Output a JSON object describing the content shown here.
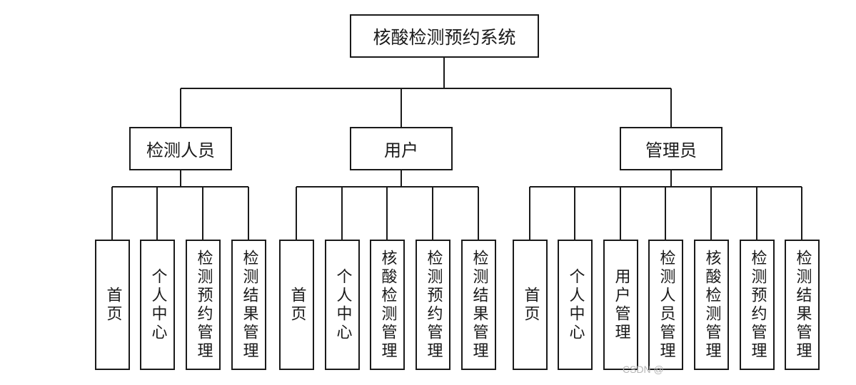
{
  "root": {
    "label": "核酸检测预约系统"
  },
  "roles": [
    {
      "label": "检测人员",
      "modules": [
        "首页",
        "个人中心",
        "检测预约管理",
        "检测结果管理"
      ]
    },
    {
      "label": "用户",
      "modules": [
        "首页",
        "个人中心",
        "核酸检测管理",
        "检测预约管理",
        "检测结果管理"
      ]
    },
    {
      "label": "管理员",
      "modules": [
        "首页",
        "个人中心",
        "用户管理",
        "检测人员管理",
        "核酸检测管理",
        "检测预约管理",
        "检测结果管理"
      ]
    }
  ],
  "watermark": "CSDN @"
}
